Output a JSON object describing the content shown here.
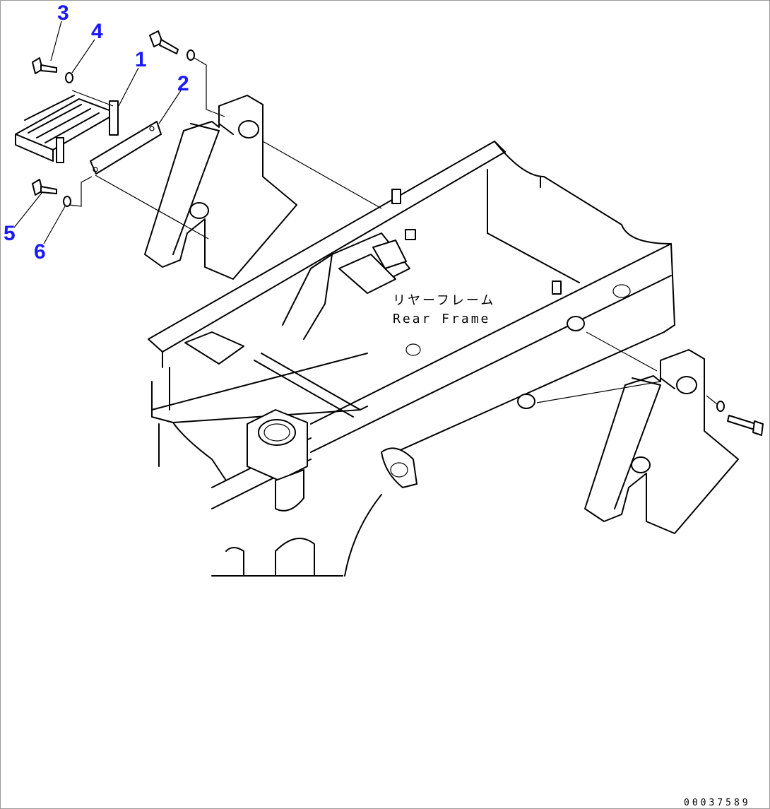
{
  "diagram": {
    "callouts": [
      "1",
      "2",
      "3",
      "4",
      "5",
      "6"
    ],
    "frame_label_jp": "リヤーフレーム",
    "frame_label_en": "Rear Frame",
    "drawing_number": "00037589"
  }
}
